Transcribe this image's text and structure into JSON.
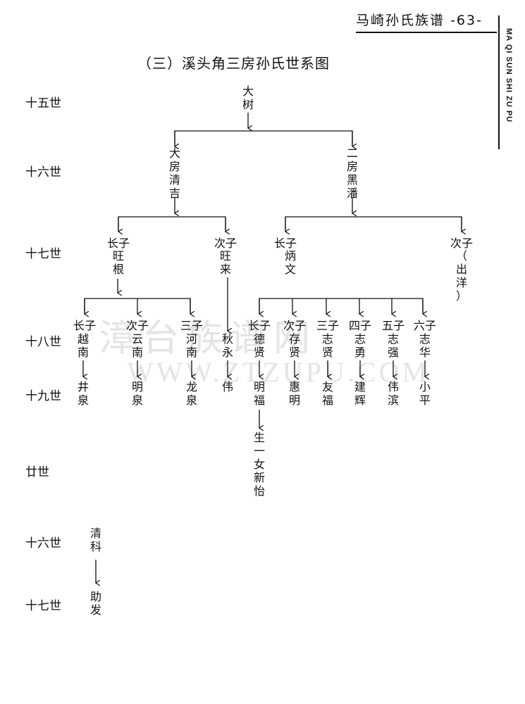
{
  "header": {
    "book_title": "马崎孙氏族谱",
    "page_number": "-63-",
    "side_label": "MA QI SUN SHI ZU PU"
  },
  "title": "（三）溪头角三房孙氏世系图",
  "watermark": {
    "cn": "漳台族谱网",
    "url": "WWW.ZTZUPU.COM"
  },
  "generations": [
    "十五世",
    "十六世",
    "十七世",
    "十八世",
    "十九世",
    "廿世",
    "十六世",
    "十七世"
  ],
  "nodes": {
    "root": "大\n树",
    "g16_a": "大\n房\n清\n吉",
    "g16_b": "二\n房\n黑\n潘",
    "g17_1_rank": "长子",
    "g17_1": "旺\n根",
    "g17_2_rank": "次子",
    "g17_2": "旺\n来",
    "g17_3_rank": "长子",
    "g17_3": "炳\n文",
    "g17_4_rank": "次子",
    "g17_4": "（\n出\n洋\n）",
    "g18_1_rank": "长子",
    "g18_1": "越\n南",
    "g18_2_rank": "次子",
    "g18_2": "云\n南",
    "g18_3_rank": "三子",
    "g18_3": "河\n南",
    "g18_4": "秋\n永",
    "g18_5_rank": "长子",
    "g18_5": "德\n贤",
    "g18_6_rank": "次子",
    "g18_6": "存\n贤",
    "g18_7_rank": "三子",
    "g18_7": "志\n贤",
    "g18_8_rank": "四子",
    "g18_8": "志\n勇",
    "g18_9_rank": "五子",
    "g18_9": "志\n强",
    "g18_10_rank": "六子",
    "g18_10": "志\n华",
    "g19_1": "井\n泉",
    "g19_2": "明\n泉",
    "g19_3": "龙\n泉",
    "g19_4": "伟",
    "g19_5": "明\n福",
    "g19_6": "惠\n明",
    "g19_7": "友\n福",
    "g19_8": "建\n辉",
    "g19_9": "伟\n滨",
    "g19_10": "小\n平",
    "g20_1": "生\n一\n女\n新\n怡",
    "extra_a": "清\n科",
    "extra_b": "助\n发"
  }
}
